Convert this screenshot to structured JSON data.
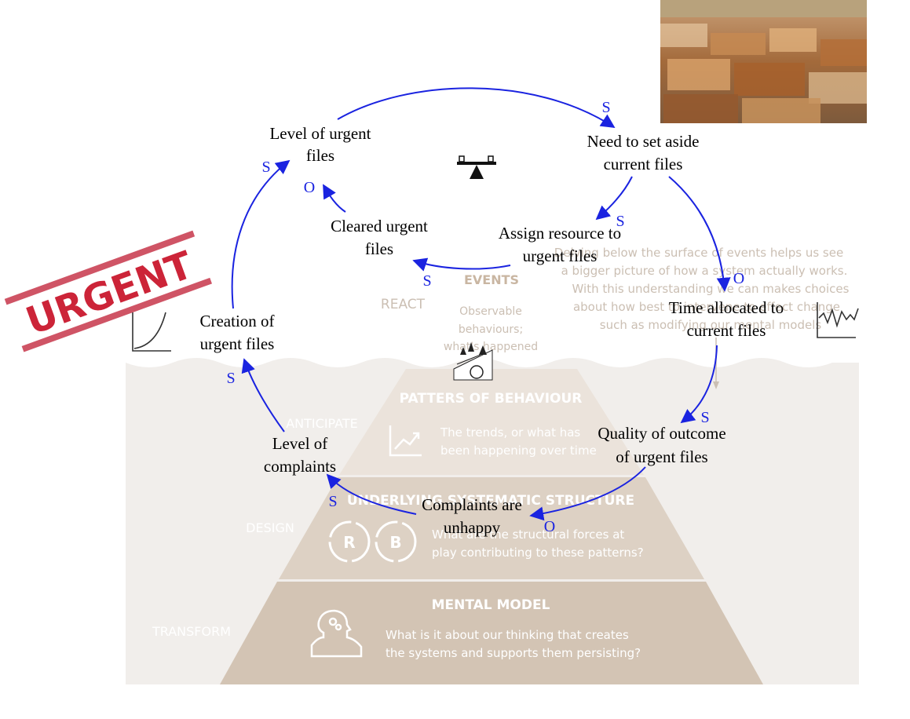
{
  "nodes": {
    "level_urgent": {
      "line1": "Level of urgent",
      "line2": "files"
    },
    "set_aside": {
      "line1": "Need to set aside",
      "line2": "current files"
    },
    "cleared": {
      "line1": "Cleared urgent",
      "line2": "files"
    },
    "assign": {
      "line1": "Assign resource to",
      "line2": "urgent files"
    },
    "time": {
      "line1": "Time allocated to",
      "line2": "current files"
    },
    "creation": {
      "line1": "Creation of",
      "line2": "urgent files"
    },
    "quality": {
      "line1": "Quality of outcome",
      "line2": "of urgent files"
    },
    "complaints": {
      "line1": "Level of",
      "line2": "complaints"
    },
    "unhappy": {
      "line1": "Complaints are",
      "line2": "unhappy"
    }
  },
  "polarity": {
    "p1": "S",
    "p2": "S",
    "p3": "O",
    "p4": "S",
    "p5": "O",
    "p6": "S",
    "p7": "S",
    "p8": "S",
    "p9": "S",
    "p10": "O"
  },
  "stamp": {
    "text": "URGENT"
  },
  "iceberg": {
    "events": {
      "title": "EVENTS",
      "level": "REACT",
      "desc_1": "Observable",
      "desc_2": "behaviours;",
      "desc_3": "what's happened"
    },
    "intro_1": "Delving below the surface of events helps us see",
    "intro_2": "a bigger picture of how a system actually works.",
    "intro_3": "With this understanding we can makes choices",
    "intro_4": "about how best to intervene to effect change",
    "intro_5": "such as modifying our mental models",
    "patterns": {
      "title": "PATTERS OF BEHAVIOUR",
      "level": "ANTICIPATE",
      "desc_1": "The trends, or what has",
      "desc_2": "been happening over time"
    },
    "structure": {
      "title": "UNDERLYING SYSTEMATIC STRUCTURE",
      "level": "DESIGN",
      "desc_1": "What are the structural forces at",
      "desc_2": "play contributing to these patterns?"
    },
    "mental": {
      "title": "MENTAL MODEL",
      "level": "TRANSFORM",
      "desc_1": "What is it about our thinking that creates",
      "desc_2": "the systems and supports them persisting?"
    },
    "icon_letters": {
      "reinforcing": "R",
      "balancing": "B"
    }
  },
  "colors": {
    "link": "#1a23e0",
    "stamp": "#cc2438",
    "pyramid_top": "#ebe3db",
    "pyramid_mid": "#ddd1c4",
    "pyramid_bottom": "#d3c4b4"
  }
}
